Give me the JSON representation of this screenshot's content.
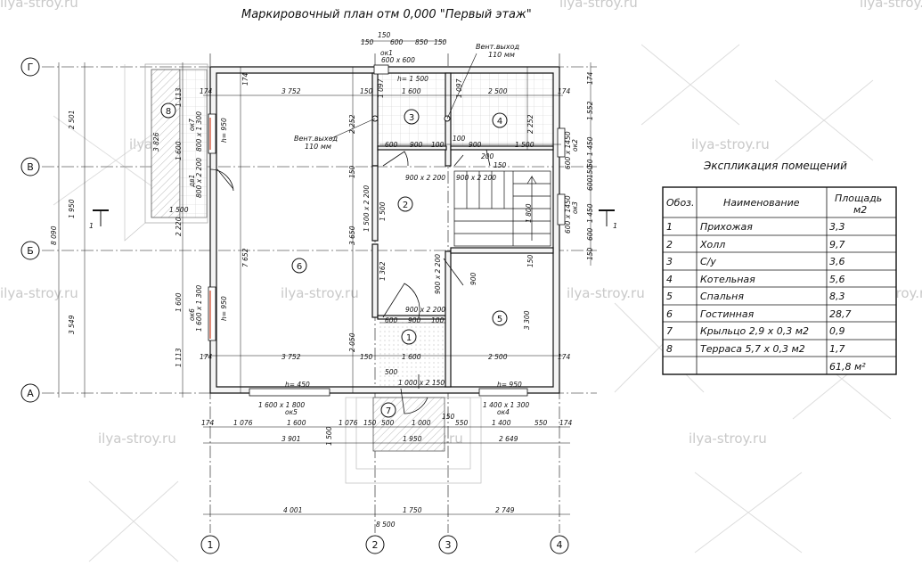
{
  "title": "Маркировочный план отм 0,000 \"Первый этаж\"",
  "watermark": "ilya-stroy.ru",
  "explication": {
    "title": "Экспликация помещений",
    "headers": {
      "code": "Обоз.",
      "name": "Наименование",
      "area_line1": "Площадь",
      "area_line2": "м2"
    },
    "rows": [
      {
        "code": "1",
        "name": "Прихожая",
        "area": "3,3"
      },
      {
        "code": "2",
        "name": "Холл",
        "area": "9,7"
      },
      {
        "code": "3",
        "name": "С/у",
        "area": "3,6"
      },
      {
        "code": "4",
        "name": "Котельная",
        "area": "5,6"
      },
      {
        "code": "5",
        "name": "Спальня",
        "area": "8,3"
      },
      {
        "code": "6",
        "name": "Гостинная",
        "area": "28,7"
      },
      {
        "code": "7",
        "name": "Крыльцо 2,9 х 0,3 м2",
        "area": "0,9"
      },
      {
        "code": "8",
        "name": "Терраса 5,7 х 0,3 м2",
        "area": "1,7"
      }
    ],
    "total": "61,8 м²"
  },
  "axes": {
    "rows": [
      "Г",
      "В",
      "Б",
      "А"
    ],
    "cols": [
      "1",
      "2",
      "3",
      "4"
    ]
  },
  "rooms": [
    "1",
    "2",
    "3",
    "4",
    "5",
    "6",
    "7",
    "8"
  ],
  "annotations": {
    "vent1_line1": "Вент.выход",
    "vent1_line2": "110 мм",
    "vent2_line1": "Вент.выход",
    "vent2_line2": "110 мм",
    "ok1_a": "ок1",
    "ok1_b": "600 х 600",
    "ok1_h": "h= 1 500",
    "ok2_a": "ок2",
    "ok2_b": "600 х 1450",
    "ok3_a": "ок3",
    "ok3_b": "600 х 1450",
    "ok4_a": "1 400 х 1 300",
    "ok4_b": "ок4",
    "ok4_h": "h= 950",
    "ok5_a": "1 600 х 1 800",
    "ok5_b": "ок5",
    "ok5_h": "h= 450",
    "ok6_a": "ок6",
    "ok6_b": "1 600 х 1 300",
    "ok6_h": "h= 950",
    "ok7_a": "ок7",
    "ok7_b": "800 х 1 300",
    "ok7_h": "h= 950",
    "dv1_a": "дв1",
    "dv1_b": "800 х 2 200",
    "d_900_2200_a": "900 х 2 200",
    "d_900_2200_b": "900 х 2 200",
    "d_900_2200_c": "900 х 2 200",
    "d_900_2200_d": "900 х 2 200",
    "d_1500_2200": "1 500 х 2 200",
    "d_1000_2150": "1 000 х 2 150",
    "section_mark": "1"
  },
  "dims": {
    "top_150a": "150",
    "top_150b": "150",
    "top_600": "600",
    "top_850": "850",
    "top_150c": "150",
    "r6_w": "3 752",
    "r6_w2": "3 752",
    "r3_w": "1 600",
    "r4_w": "2 500",
    "r5_w": "2 500",
    "r1_w": "1 600",
    "v_150_1": "150",
    "v_150_2": "150",
    "v_150_3": "150",
    "v_174_1": "174",
    "v_174_2": "174",
    "v_174_3": "174",
    "v_174_4": "174",
    "r3_h": "1 097",
    "r4_h": "1 097",
    "r3_h2": "2 252",
    "r4_h2": "2 252",
    "r6_h": "7 652",
    "r6_h2": "3 650",
    "r6_h3": "2 050",
    "r2_h": "1 500",
    "r2_h2": "1 362",
    "r5_h": "3 300",
    "hall_600": "600",
    "hall_900": "900",
    "hall_100": "100",
    "hall_100b": "100",
    "hall_900b": "900",
    "hall_1500": "1 500",
    "hall_200": "200",
    "hall_150": "150",
    "hall_1800": "1 800",
    "low_600": "600",
    "low_900": "900",
    "low_100": "100",
    "low_500": "500",
    "left_2501": "2 501",
    "left_1950": "1 950",
    "left_8090": "8 090",
    "left_3549": "3 549",
    "left_1113": "1 113",
    "left_1600": "1 600",
    "left_1600b": "1 600",
    "left_1113b": "1 113",
    "left_2220": "2 220",
    "left_3826": "3 826",
    "left_1500": "1 500",
    "right_174": "174",
    "right_1552": "1 552",
    "right_1450": "1 450",
    "right_50": "50",
    "right_150": "150",
    "right_600": "600",
    "right_1450b": "1 450",
    "right_600b": "600",
    "right_150b": "150",
    "b1_174": "174",
    "b1_1076": "1 076",
    "b1_1600": "1 600",
    "b1_1076b": "1 076",
    "b1_150": "150",
    "b1_500": "500",
    "b1_1000": "1 000",
    "b1_150b": "150",
    "b1_550": "550",
    "b1_1400": "1 400",
    "b1_550b": "550",
    "b1_174b": "174",
    "b2_3901": "3 901",
    "b2_1950": "1 950",
    "b2_2649": "2 649",
    "b3_4001": "4 001",
    "b3_1750": "1 750",
    "b3_2749": "2 749",
    "b3_8500": "8 500",
    "porch_1500": "1 500",
    "porch_150": "150",
    "porch_150b": "150"
  }
}
